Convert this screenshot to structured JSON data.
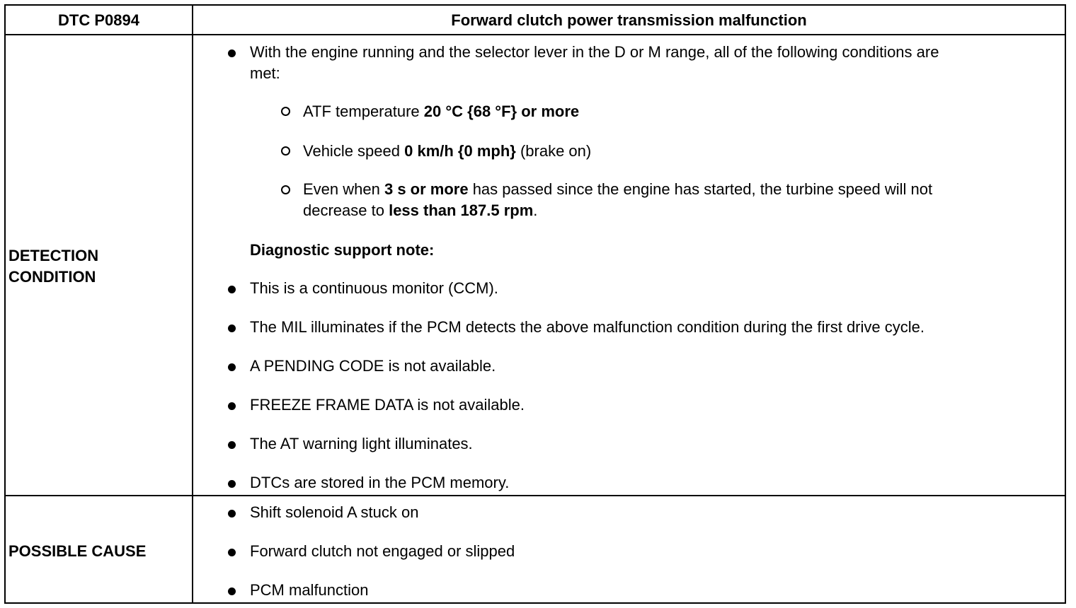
{
  "header": {
    "code": "DTC P0894",
    "title": "Forward clutch power transmission malfunction"
  },
  "detection": {
    "label_line1": "DETECTION",
    "label_line2": "CONDITION",
    "intro_line1": "With the engine running and the selector lever in the D or M range, all of the following conditions are",
    "intro_line2": "met:",
    "conditions": [
      {
        "pre": "ATF temperature ",
        "bold": "20 °C {68 °F} or more",
        "post": ""
      },
      {
        "pre": "Vehicle speed ",
        "bold": "0 km/h {0 mph}",
        "post": " (brake on)"
      },
      {
        "pre": "Even when ",
        "bold": "3 s or more",
        "post": " has passed since the engine has started, the turbine speed will not"
      },
      {
        "pre": "decrease to ",
        "bold": "less than 187.5 rpm",
        "post": "."
      }
    ],
    "support_heading": "Diagnostic support note:",
    "notes": [
      "This is a continuous monitor (CCM).",
      "The MIL illuminates if the PCM detects the above malfunction condition during the first drive cycle.",
      "A PENDING CODE is not available.",
      "FREEZE FRAME DATA is not available.",
      "The AT warning light illuminates.",
      "DTCs are stored in the PCM memory."
    ]
  },
  "possible_cause": {
    "label": "POSSIBLE CAUSE",
    "items": [
      "Shift solenoid A stuck on",
      "Forward clutch not engaged or slipped",
      "PCM malfunction"
    ]
  }
}
